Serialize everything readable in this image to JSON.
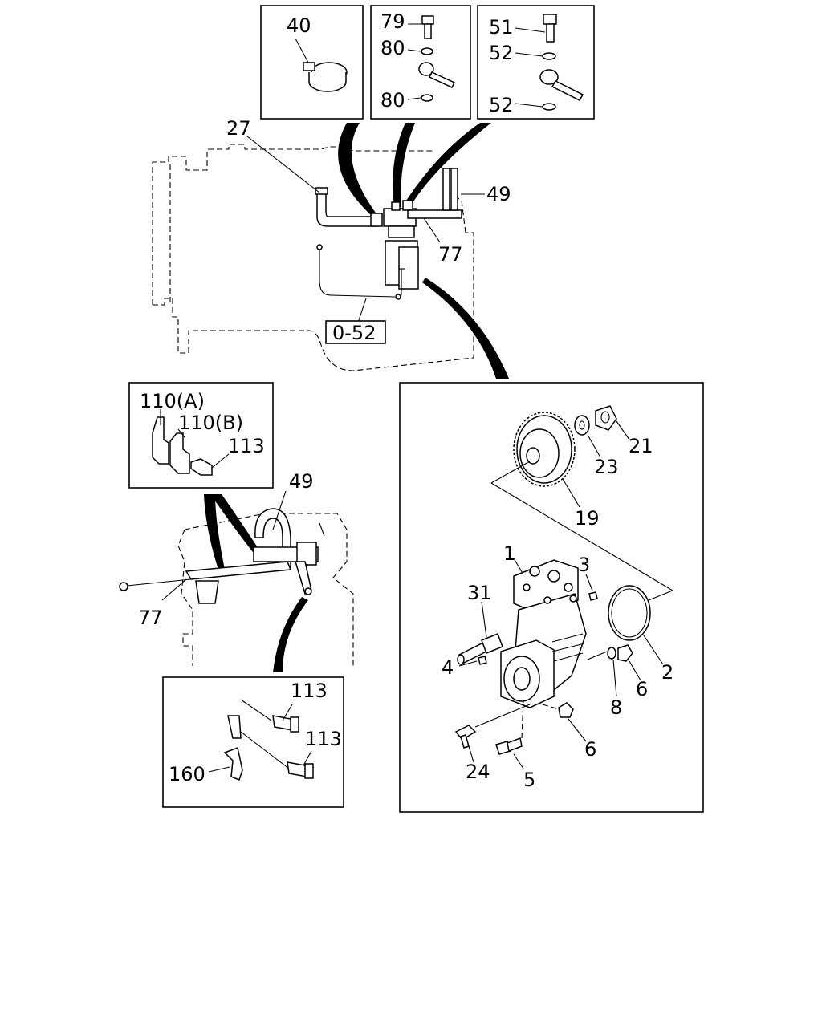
{
  "callouts": {
    "c40": "40",
    "c79": "79",
    "c80a": "80",
    "c80b": "80",
    "c51": "51",
    "c52a": "52",
    "c52b": "52",
    "c27": "27",
    "c49top": "49",
    "c77top": "77",
    "ref052": "0-52",
    "c110a": "110(A)",
    "c110b": "110(B)",
    "c113top": "113",
    "c49mid": "49",
    "c77mid": "77",
    "c113b1": "113",
    "c113b2": "113",
    "c160": "160",
    "c21": "21",
    "c23": "23",
    "c19": "19",
    "c1": "1",
    "c3": "3",
    "c31": "31",
    "c2": "2",
    "c4": "4",
    "c6a": "6",
    "c8": "8",
    "c6b": "6",
    "c24": "24",
    "c5": "5"
  }
}
